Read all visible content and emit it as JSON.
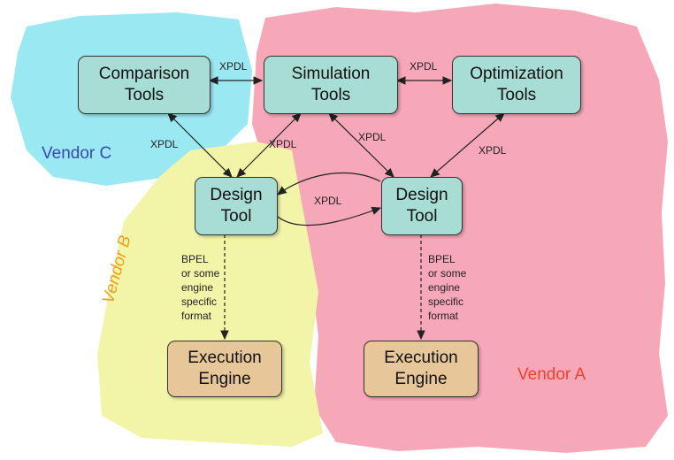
{
  "regions": {
    "vendor_a": {
      "label": "Vendor A",
      "color": "#f7a8b8",
      "label_color": "#f0412e"
    },
    "vendor_b": {
      "label": "Vendor B",
      "color": "#f2f5a8",
      "label_color": "#e8a020"
    },
    "vendor_c": {
      "label": "Vendor C",
      "color": "#9ae8f2",
      "label_color": "#3a48b0"
    }
  },
  "nodes": {
    "comparison": "Comparison\nTools",
    "simulation": "Simulation\nTools",
    "optimization": "Optimization\nTools",
    "design_b": "Design\nTool",
    "design_a": "Design\nTool",
    "execution_b": "Execution\nEngine",
    "execution_a": "Execution\nEngine"
  },
  "edge_labels": {
    "comparison_simulation": "XPDL",
    "simulation_optimization": "XPDL",
    "comparison_design_b": "XPDL",
    "simulation_design_b": "XPDL",
    "simulation_design_a": "XPDL",
    "optimization_design_a": "XPDL",
    "design_b_design_a": "XPDL",
    "design_b_execution": "BPEL\nor some\nengine\nspecific\nformat",
    "design_a_execution": "BPEL\nor some\nengine\nspecific\nformat"
  }
}
